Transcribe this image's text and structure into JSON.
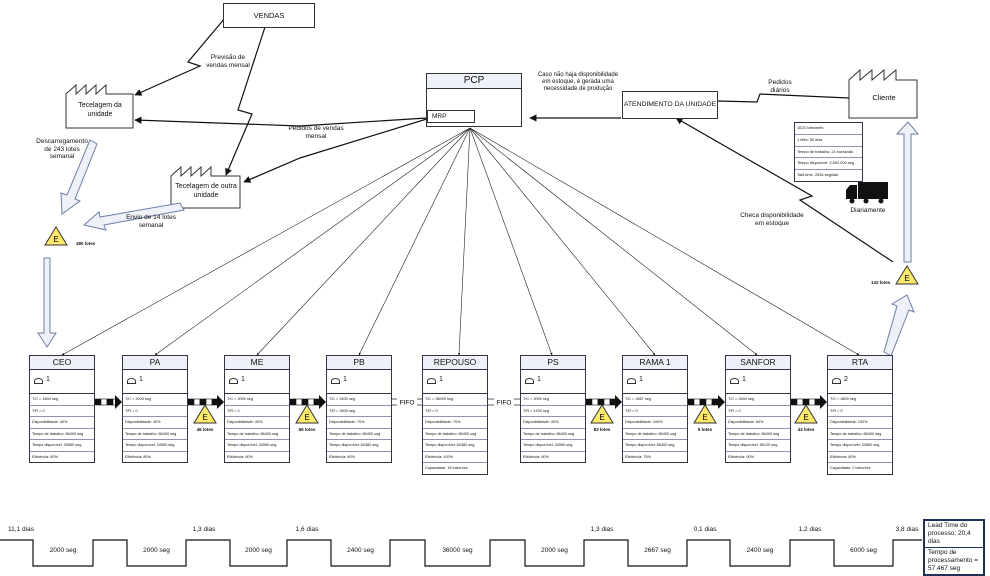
{
  "nodes": {
    "vendas": "VENDAS",
    "pcp": "PCP",
    "mrp": "MRP",
    "tecelagem_unidade": "Tecelagem da unidade",
    "tecelagem_outra": "Tecelagem de outra unidade",
    "atendimento": "ATENDIMENTO DA UNIDADE",
    "cliente": "Cliente"
  },
  "labels": {
    "previsao": "Previsão de vendas mensal",
    "pedidos_vendas": "Pedidos de vendas mensal",
    "caso_estoque": "Caso não haja disponibilidade em estoque, é gerada uma necessidade de produção",
    "pedidos_diarios": "Pedidos diários",
    "descarregamento": "Descarregamento de 243 lotes semanal",
    "envio": "Envio de 14 lotes semanal",
    "checa": "Checa disponibilidade em estoque",
    "diariamente": "Diariamente",
    "lotes_380": "380 lotes",
    "lotes_132": "132 lotes"
  },
  "customer_info": [
    "1023 lotes/mês",
    "1 Mês: 30 dias",
    "Tempo de trabalho: 24 horas/dia",
    "Tempo disponível: 2.592.000 seg",
    "Takt-time: 2534 seg/lote"
  ],
  "processes": [
    {
      "name": "CEO",
      "operators": "1",
      "rows": [
        "T/C = 1800 seg",
        "T/R = 0",
        "Disponibilidade: 40%",
        "Tempo de trabalho: 86400 seg",
        "Tempo disponível: 34560 seg",
        "Eficiência: 80%"
      ]
    },
    {
      "name": "PA",
      "operators": "1",
      "rows": [
        "T/C = 2000 seg",
        "T/R = 0",
        "Disponibilidade: 40%",
        "Tempo de trabalho: 86400 seg",
        "Tempo disponível: 34560 seg",
        "Eficiência: 80%"
      ]
    },
    {
      "name": "ME",
      "operators": "1",
      "rows": [
        "T/C = 2000 seg",
        "T/R = 0",
        "Disponibilidade: 40%",
        "Tempo de trabalho: 86400 seg",
        "Tempo disponível: 34560 seg",
        "Eficiência: 80%"
      ]
    },
    {
      "name": "PB",
      "operators": "1",
      "rows": [
        "T/C = 2400 seg",
        "T/R = 3600 seg",
        "Disponibilidade: 70%",
        "Tempo de trabalho: 86400 seg",
        "Tempo disponível: 60480 seg",
        "Eficiência: 80%"
      ]
    },
    {
      "name": "REPOUSO",
      "operators": "1",
      "rows": [
        "T/C = 36000 seg",
        "T/R = 0",
        "Disponibilidade: 70%",
        "Tempo de trabalho: 86400 seg",
        "Tempo disponível: 60480 seg",
        "Eficiência: 100%",
        "Capacidade: 16 lotes/vez"
      ]
    },
    {
      "name": "PS",
      "operators": "1",
      "rows": [
        "T/C = 2000 seg",
        "T/R = 1200 seg",
        "Disponibilidade: 40%",
        "Tempo de trabalho: 86400 seg",
        "Tempo disponível: 34560 seg",
        "Eficiência: 80%"
      ]
    },
    {
      "name": "RAMA 1",
      "operators": "1",
      "rows": [
        "T/C = 2667 seg",
        "T/R = 0",
        "Disponibilidade: 100%",
        "Tempo de trabalho: 86400 seg",
        "Tempo disponível: 86400 seg",
        "Eficiência: 75%"
      ]
    },
    {
      "name": "SANFOR",
      "operators": "1",
      "rows": [
        "T/C = 2400 seg",
        "T/R = 0",
        "Disponibilidade: 60%",
        "Tempo de trabalho: 86400 seg",
        "Tempo disponível: 56120 seg",
        "Eficiência: 90%"
      ]
    },
    {
      "name": "RTA",
      "operators": "2",
      "rows": [
        "T/C = 4800 seg",
        "T/R = 0",
        "Disponibilidade: 100%",
        "Tempo de trabalho: 86400 seg",
        "Tempo disponível: 34560 seg",
        "Eficiência: 80%",
        "Capacidade: 2 lotes/vez"
      ]
    }
  ],
  "inventories": [
    {
      "label": "46 lotes"
    },
    {
      "label": "56 lotes"
    },
    {
      "label": "83 lotes"
    },
    {
      "label": "5 lotes"
    },
    {
      "label": "43 lotes"
    }
  ],
  "fifo": [
    "FIFO",
    "FIFO"
  ],
  "inventory_symbol": "E",
  "timeline": {
    "days": [
      "11,1 dias",
      "1,3 dias",
      "1,6 dias",
      "1,3 dias",
      "0,1 dias",
      "1,2 dias",
      "3,8 dias"
    ],
    "secs": [
      "2000 seg",
      "2000 seg",
      "2000 seg",
      "2400 seg",
      "36000 seg",
      "2000 seg",
      "2667 seg",
      "2400 seg",
      "6000 seg"
    ]
  },
  "lead": {
    "lead_time": "Lead Time do processo: 20,4 dias",
    "proc_time": "Tempo de processamento = 57.467 seg"
  }
}
